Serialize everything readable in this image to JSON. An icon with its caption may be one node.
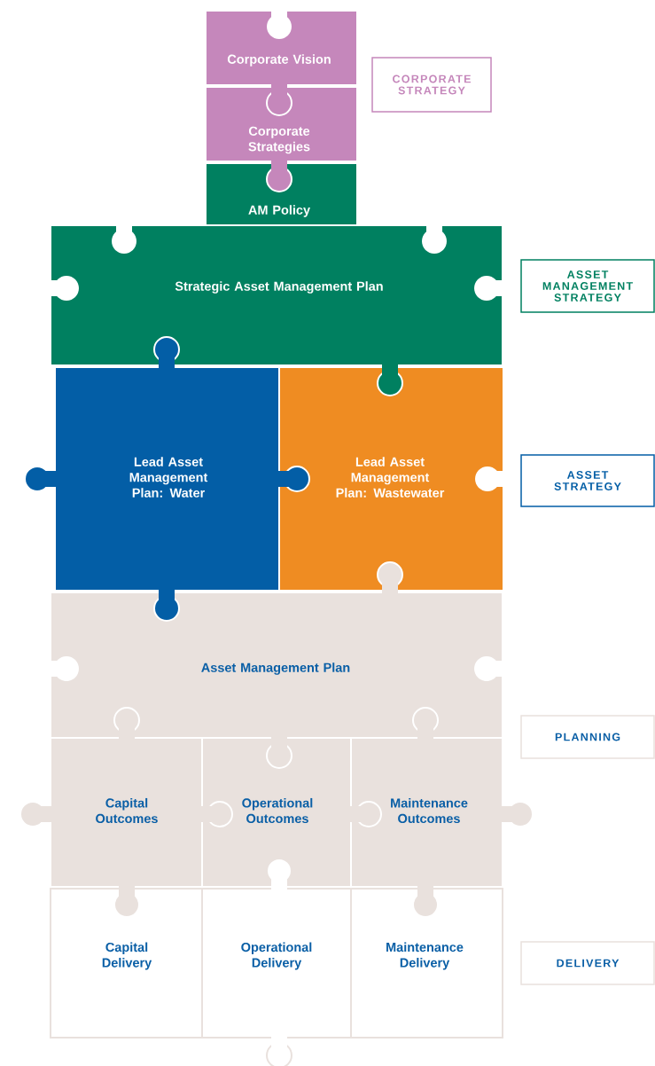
{
  "diagram": {
    "nodes": [
      {
        "text": [
          "Corporate Vision"
        ]
      },
      {
        "text": [
          "Corporate Strategies"
        ]
      },
      {
        "text": [
          "AM Policy"
        ]
      },
      {
        "text": [
          "Strategic Asset Management Plan"
        ]
      },
      {
        "text": [
          "Lead Asset Management Plan: Water"
        ]
      },
      {
        "text": [
          "Lead Asset Management Plan: Wastewater"
        ]
      },
      {
        "text": [
          "Asset Management Plan"
        ]
      },
      {
        "text": [
          "Capital Outcomes"
        ]
      },
      {
        "text": [
          "Operational Outcomes"
        ]
      },
      {
        "text": [
          "Maintenance Outcomes"
        ]
      },
      {
        "text": [
          "Capital Delivery"
        ]
      },
      {
        "text": [
          "Operational Delivery"
        ]
      },
      {
        "text": [
          "Maintenance Delivery"
        ]
      },
      {
        "text": [
          "CORPORATE STRATEGY"
        ]
      },
      {
        "text": [
          "ASSET MANAGEMENT STRATEGY"
        ]
      },
      {
        "text": [
          "ASSET STRATEGY"
        ]
      },
      {
        "text": [
          "PLANNING"
        ]
      },
      {
        "text": [
          "DELIVERY"
        ]
      }
    ]
  }
}
